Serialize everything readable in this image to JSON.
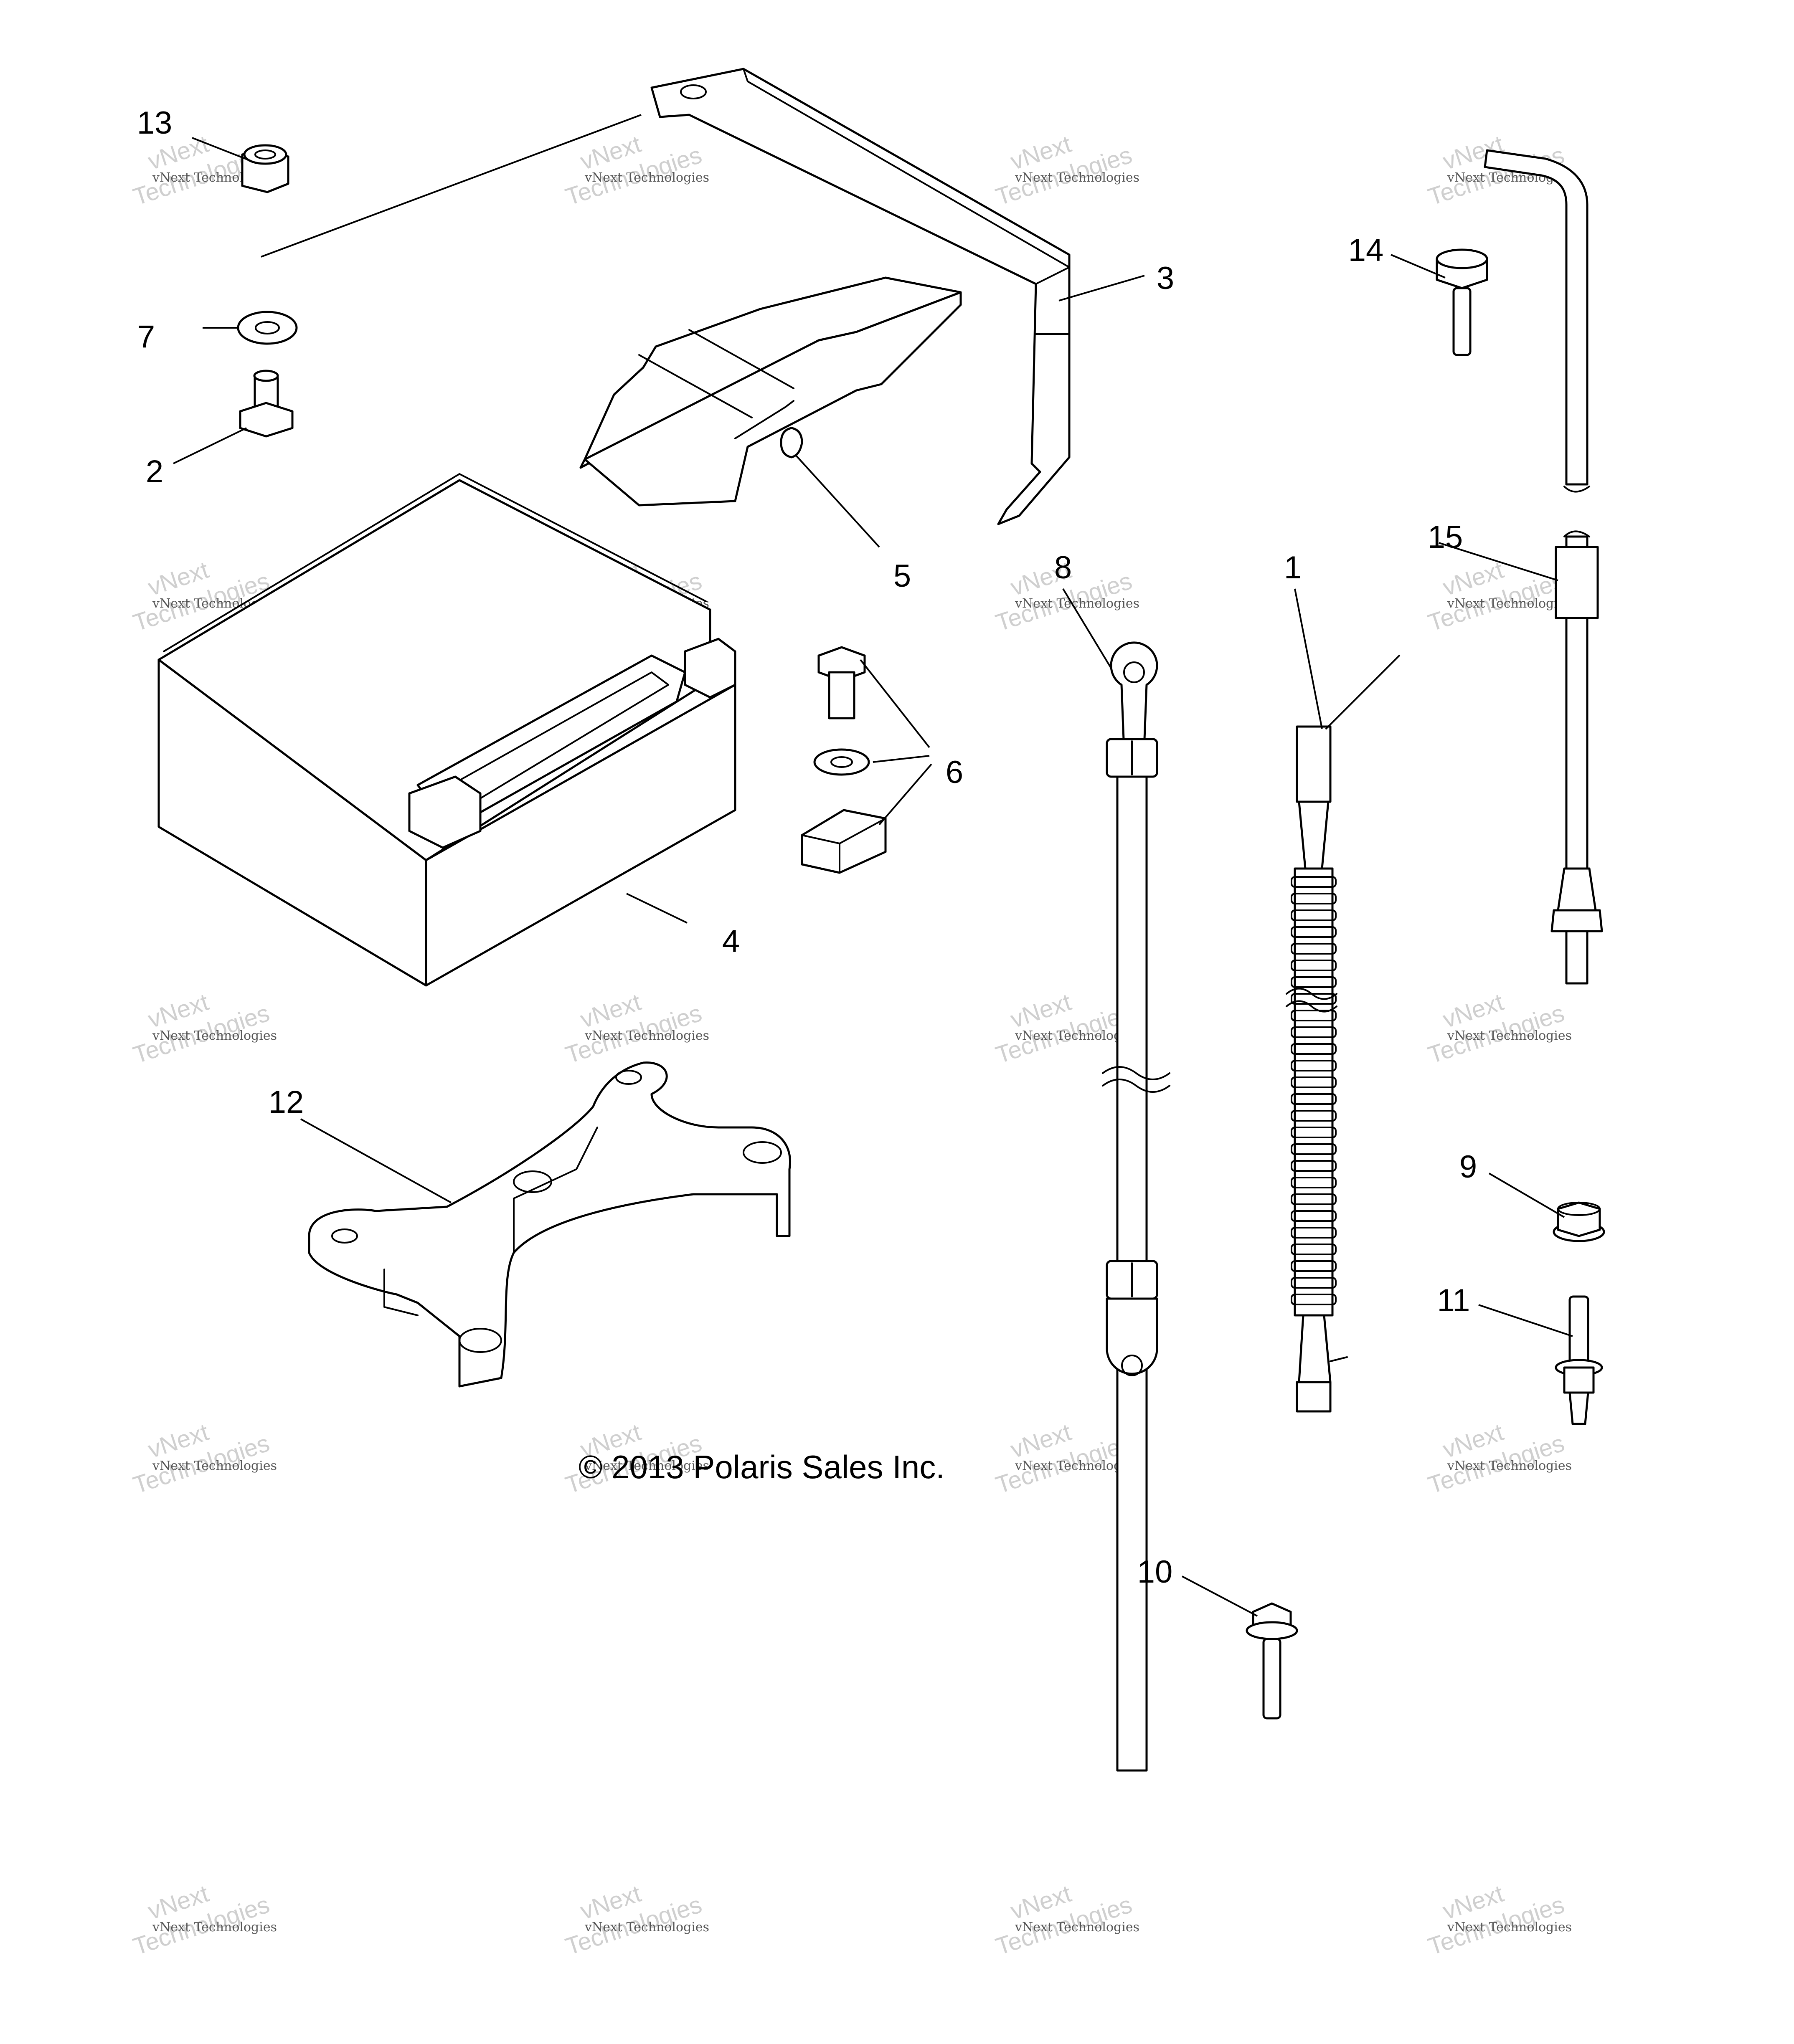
{
  "copyright": "© 2013 Polaris Sales Inc.",
  "watermark": {
    "line_small": "vNext Technologies",
    "line_big_1": "vNext",
    "line_big_2": "Technologies"
  },
  "callouts": {
    "c1": "1",
    "c2": "2",
    "c3": "3",
    "c4": "4",
    "c5": "5",
    "c6": "6",
    "c7": "7",
    "c8": "8",
    "c9": "9",
    "c10": "10",
    "c11": "11",
    "c12": "12",
    "c13": "13",
    "c14": "14",
    "c15": "15"
  }
}
